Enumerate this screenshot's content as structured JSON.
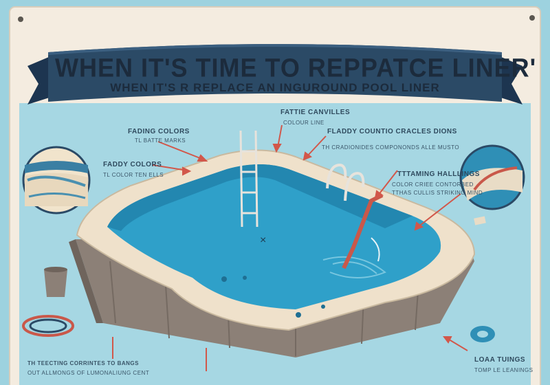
{
  "poster": {
    "title": "WHEN IT'S TIME TO REPPATCE LINER'",
    "subtitle": "WHEN IT'S R REPLACE AN INGUROUND POOL LINER"
  },
  "callouts": [
    {
      "heading": "FADING COLORS",
      "detail": "TL BATTE MARKS"
    },
    {
      "heading": "FADDY COLORS",
      "detail": "TL COLOR TEN ELLS"
    },
    {
      "heading": "FATTIE CANVILLES",
      "detail": "COLOUR LINE"
    },
    {
      "heading": "FLADDY COUNTIO CRACLES DIONS",
      "detail": "TH CRADIONIDES COMPONONDS ALLE MUSTO"
    },
    {
      "heading": "TTTAMING HALLLINGS",
      "detail": "COLOR CRIEE CONTORBED"
    },
    {
      "heading": "",
      "detail": "TTHAS CULLIS STRIKING MIND"
    },
    {
      "heading": "TH TEECTING CORRINTES TO BANGS",
      "detail": "OUT ALLMONGS OF LUMONALIUNG CENT"
    },
    {
      "heading": "LOAA TUINGS",
      "detail": "TOMP LE LEANINGS"
    }
  ],
  "colors": {
    "background": "#9dd2df",
    "banner": "#2b4a66",
    "water": "#2fa0c9",
    "deck": "#efe1cb",
    "wall": "#8c8077",
    "arrow": "#d2574a"
  }
}
